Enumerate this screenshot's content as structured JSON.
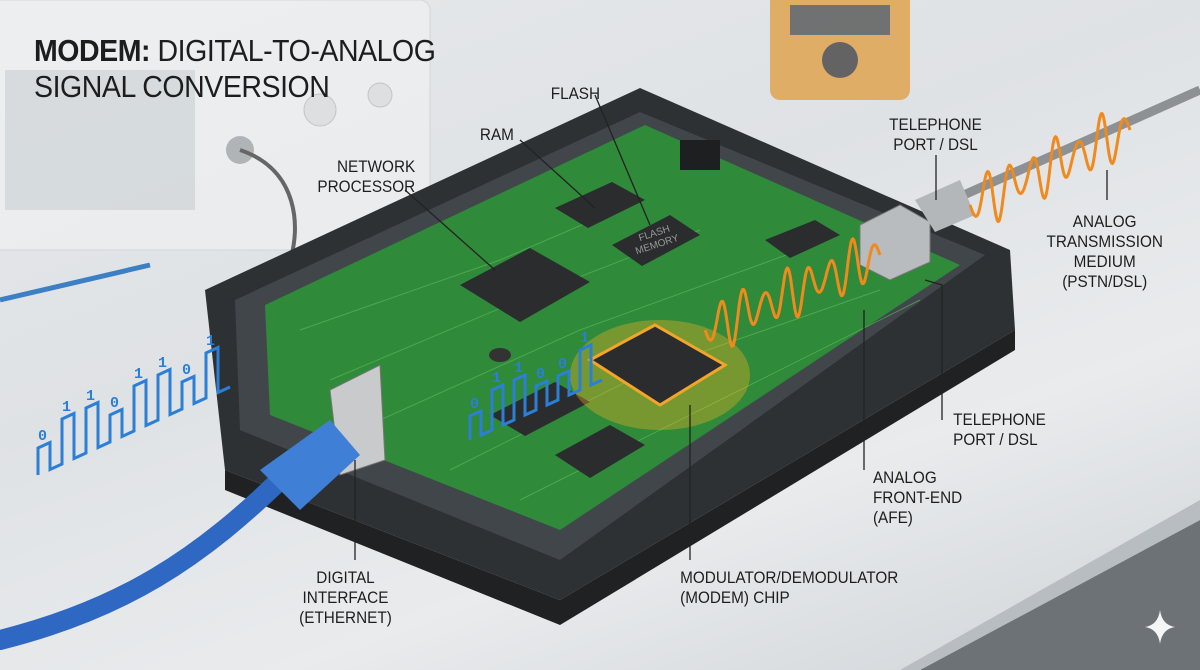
{
  "title": {
    "bold": "MODEM:",
    "line1_rest": "DIGITAL-TO-ANALOG",
    "line2": "SIGNAL CONVERSION"
  },
  "labels": {
    "flash": [
      "FLASH"
    ],
    "ram": [
      "RAM"
    ],
    "network_processor": [
      "NETWORK",
      "PROCESSOR"
    ],
    "telephone_port_top": [
      "TELEPHONE",
      "PORT / DSL"
    ],
    "analog_medium": [
      "ANALOG",
      "TRANSMISSION",
      "MEDIUM",
      "(PSTN/DSL)"
    ],
    "telephone_port_bottom": [
      "TELEPHONE",
      "PORT / DSL"
    ],
    "afe": [
      "ANALOG",
      "FRONT-END",
      "(AFE)"
    ],
    "modem_chip": [
      "MODULATOR/DEMODULATOR",
      "(MODEM) CHIP"
    ],
    "digital_interface": [
      "DIGITAL",
      "INTERFACE",
      "(ETHERNET)"
    ]
  },
  "chip_text": [
    "FLASH",
    "MEMORY"
  ],
  "bits_ethernet": [
    "0",
    "1",
    "1",
    "0",
    "1",
    "1",
    "0",
    "1"
  ],
  "bits_board": [
    "0",
    "1",
    "1",
    "0",
    "0",
    "1"
  ],
  "colors": {
    "pcb": "#2f8a3a",
    "digital": "#2b7fd6",
    "analog": "#f08a1c",
    "case": "#3a3d40"
  }
}
